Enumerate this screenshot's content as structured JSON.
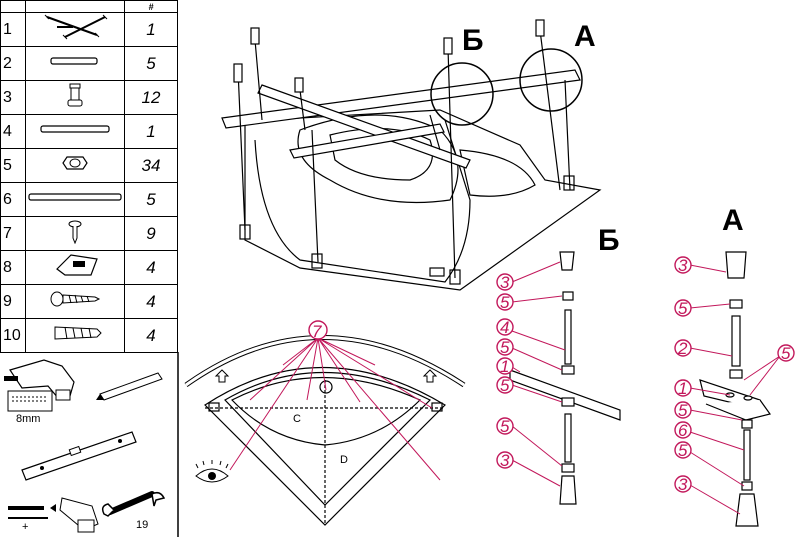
{
  "table": {
    "header_qty": "#",
    "rows": [
      {
        "num": "1",
        "qty": "1",
        "icon": "cross-frame-icon"
      },
      {
        "num": "2",
        "qty": "5",
        "icon": "short-rod-icon"
      },
      {
        "num": "3",
        "qty": "12",
        "icon": "adjustable-foot-icon"
      },
      {
        "num": "4",
        "qty": "1",
        "icon": "medium-rod-icon"
      },
      {
        "num": "5",
        "qty": "34",
        "icon": "hex-nut-icon"
      },
      {
        "num": "6",
        "qty": "5",
        "icon": "long-rod-icon"
      },
      {
        "num": "7",
        "qty": "9",
        "icon": "screw-icon"
      },
      {
        "num": "8",
        "qty": "4",
        "icon": "mounting-bracket-icon"
      },
      {
        "num": "9",
        "qty": "4",
        "icon": "wall-plug-screw-icon"
      },
      {
        "num": "10",
        "qty": "4",
        "icon": "dowel-icon"
      }
    ]
  },
  "tools": {
    "drill_bit_label": "8mm",
    "wrench_label": "19"
  },
  "diagram": {
    "letter_a": "А",
    "letter_b": "Б",
    "detail_b_title": "Б",
    "detail_a_title": "А",
    "plan_label_7": "7",
    "plan_label_c": "C",
    "plan_label_d": "D",
    "detail_b_labels": [
      "3",
      "5",
      "4",
      "5",
      "1",
      "5",
      "5",
      "3"
    ],
    "detail_a_labels": [
      "3",
      "5",
      "2",
      "5",
      "1",
      "5",
      "6",
      "5",
      "3"
    ]
  }
}
